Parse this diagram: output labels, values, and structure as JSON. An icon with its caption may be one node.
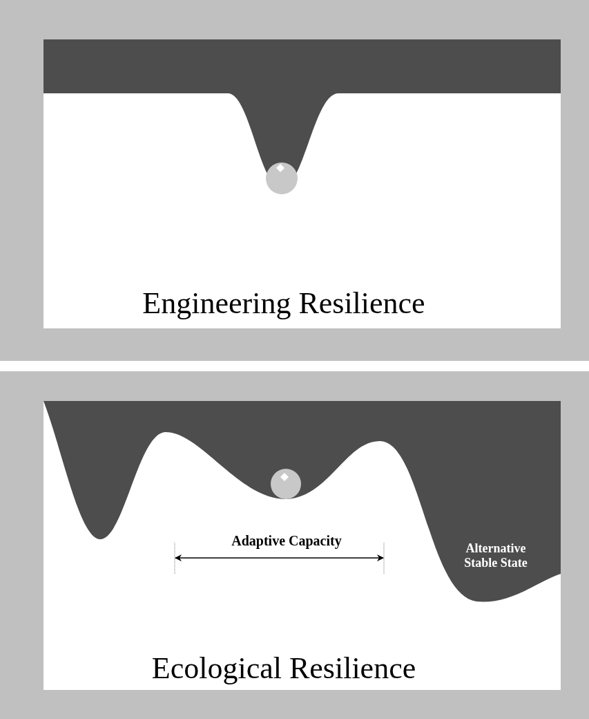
{
  "diagram": {
    "labels": [
      "Engineering Resilience",
      "Adaptive Capacity",
      "Alternative Stable State",
      "Ecological Resilience"
    ]
  }
}
